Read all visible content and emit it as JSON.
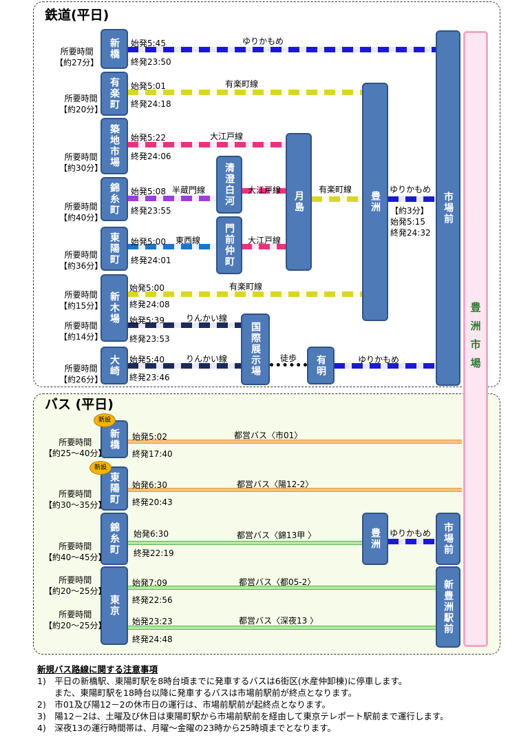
{
  "rail": {
    "title": "鉄道(平日)",
    "stations": {
      "shimbashi": "新橋",
      "yurakucho": "有楽町",
      "tsukiji": "築地市場",
      "kinshicho": "錦糸町",
      "toyocho": "東陽町",
      "shinkiba": "新木場",
      "osaki": "大崎",
      "kiyosumi": "清澄白河",
      "monzen": "門前仲町",
      "tsukishima": "月島",
      "toyosu": "豊洲",
      "shijomae": "市場前",
      "kokusai": "国際展示場",
      "ariake": "有明"
    },
    "lines": {
      "yurikamome": "ゆりかもめ",
      "yurakucho": "有楽町線",
      "oedo": "大江戸線",
      "hanzomon": "半蔵門線",
      "tozai": "東西線",
      "rinkai": "りんかい線",
      "walk": "徒歩"
    },
    "routes": [
      {
        "time1": "所要時間",
        "time2": "【約27分】",
        "first": "始発5:45",
        "last": "終発23:50"
      },
      {
        "time1": "所要時間",
        "time2": "【約20分】",
        "first": "始発5:01",
        "last": "終発24:18"
      },
      {
        "time1": "所要時間",
        "time2": "【約30分】",
        "first": "始発5:22",
        "last": "終発24:06"
      },
      {
        "time1": "所要時間",
        "time2": "【約40分】",
        "first": "始発5:08",
        "last": "終発23:55"
      },
      {
        "time1": "所要時間",
        "time2": "【約36分】",
        "first": "始発5:00",
        "last": "終発24:01"
      },
      {
        "time1": "所要時間",
        "time2": "【約15分】",
        "first": "始発5:00",
        "last": "終発24:08"
      },
      {
        "time1": "所要時間",
        "time2": "【約14分】",
        "first": "始発5:39",
        "last": "終発23:53"
      },
      {
        "time1": "所要時間",
        "time2": "【約26分】",
        "first": "始発5:40",
        "last": "終発23:46"
      }
    ],
    "toyosu_link": {
      "time": "【約3分】",
      "first": "始発5:15",
      "last": "終発24:32"
    }
  },
  "bus": {
    "title": "バス (平日)",
    "new_badge": "新設",
    "stations": {
      "shimbashi": "新橋",
      "toyocho": "東陽町",
      "kinshicho": "錦糸町",
      "tokyo": "東京",
      "toyosu": "豊洲",
      "shijomae": "市場前",
      "shintoyosu": "新豊洲駅前"
    },
    "yurikamome": "ゆりかもめ",
    "routes": [
      {
        "time1": "所要時間",
        "time2": "【約25～40分】",
        "first": "始発5:02",
        "last": "終発17:40",
        "name": "都営バス〈市01〉"
      },
      {
        "time1": "所要時間",
        "time2": "【約30～35分】",
        "first": "始発6:30",
        "last": "終発20:43",
        "name": "都営バス〈陽12-2〉"
      },
      {
        "time1": "所要時間",
        "time2": "【約40～45分】",
        "first": "始発6:30",
        "last": "終発22:19",
        "name": "都営バス〈錦13甲 〉"
      },
      {
        "time1": "所要時間",
        "time2": "【約20～25分】",
        "first": "始発7:09",
        "last": "終発22:56",
        "name": "都営バス〈都05-2〉"
      },
      {
        "time1": "所要時間",
        "time2": "【約20～25分】",
        "first": "始発23:23",
        "last": "終発24:48",
        "name": "都営バス〈深夜13 〉"
      }
    ]
  },
  "market": "豊洲市場",
  "notes": {
    "title": "新規バス路線に関する注意事項",
    "items": [
      "1)　平日の新橋駅、東陽町駅を8時台頃までに発車するバスは6街区(水産仲卸棟)に停車します。",
      "　　また、東陽町駅を18時台以降に発車するバスは市場前駅前が終点となります。",
      "2)　市01及び陽12－2の休市日の運行は、市場前駅前が起終点となります。",
      "3)　陽12－2は、土曜及び休日は東陽町駅から市場前駅前を経由して東京テレポート駅前まで運行します。",
      "4)　深夜13の運行時間帯は、月曜～金曜の23時から25時頃までとなります。"
    ]
  },
  "colors": {
    "station": "#4f7ab8",
    "yurikamome": "#1a1ad6",
    "yurakucho": "#d9d62a",
    "oedo": "#e8337f",
    "hanzomon": "#9a3fe0",
    "tozai": "#1d74c8",
    "rinkai": "#1c2a5a",
    "bus_orange": "#f5c27a",
    "bus_green": "#b6e5a8"
  }
}
